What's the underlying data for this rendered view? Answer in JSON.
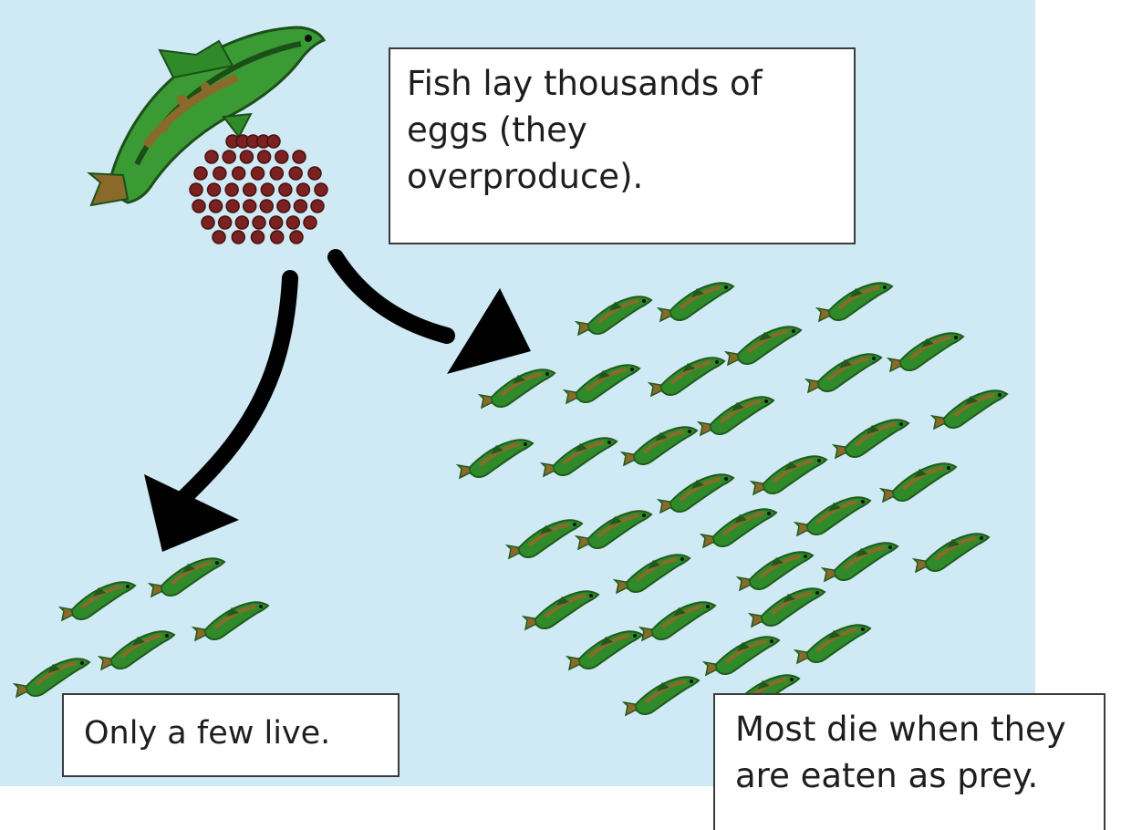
{
  "captions": {
    "top": [
      "Fish lay thousands of",
      "eggs (they",
      "overproduce)."
    ],
    "few": [
      "Only a few live."
    ],
    "most": [
      "Most die when they",
      "are eaten as prey."
    ]
  },
  "colors": {
    "water": "#cfeaf4",
    "fish_green": "#2f8a2a",
    "fish_dark": "#1f5a1c",
    "fish_brown": "#8a6a2a",
    "egg": "#7a2222",
    "arrow": "#000000"
  },
  "icons": {
    "parent": "adult-fish-icon",
    "eggs": "egg-cluster-icon",
    "offspring": "juvenile-fish-icon",
    "arrows": "curved-arrow-icon"
  }
}
